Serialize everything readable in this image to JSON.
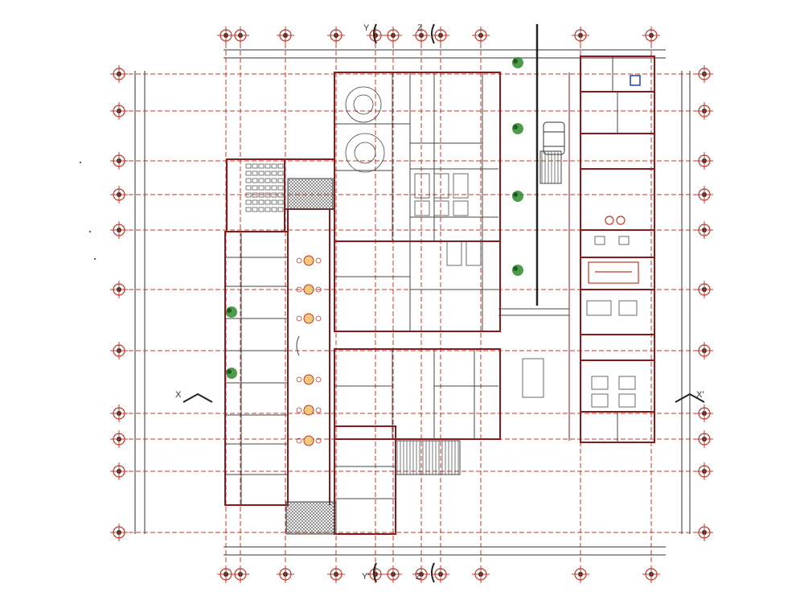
{
  "drawing": {
    "section_marks": {
      "y_top": "Y",
      "z_top": "Z",
      "y_bottom": "Y'",
      "z_bottom": "Z'",
      "x_left": "X",
      "x_right": "X'"
    }
  },
  "colors": {
    "gridline": "#c0392b",
    "wall": "#8b1a1a",
    "detail": "#444444",
    "hatch": "#555555",
    "tree": "#2e8b2e",
    "accent_blue": "#1f3fbf",
    "background": "#ffffff"
  },
  "icons": [
    "axis-bubble-icon",
    "section-arrow-icon",
    "tree-icon",
    "car-icon",
    "toilet-icon",
    "bed-icon"
  ]
}
